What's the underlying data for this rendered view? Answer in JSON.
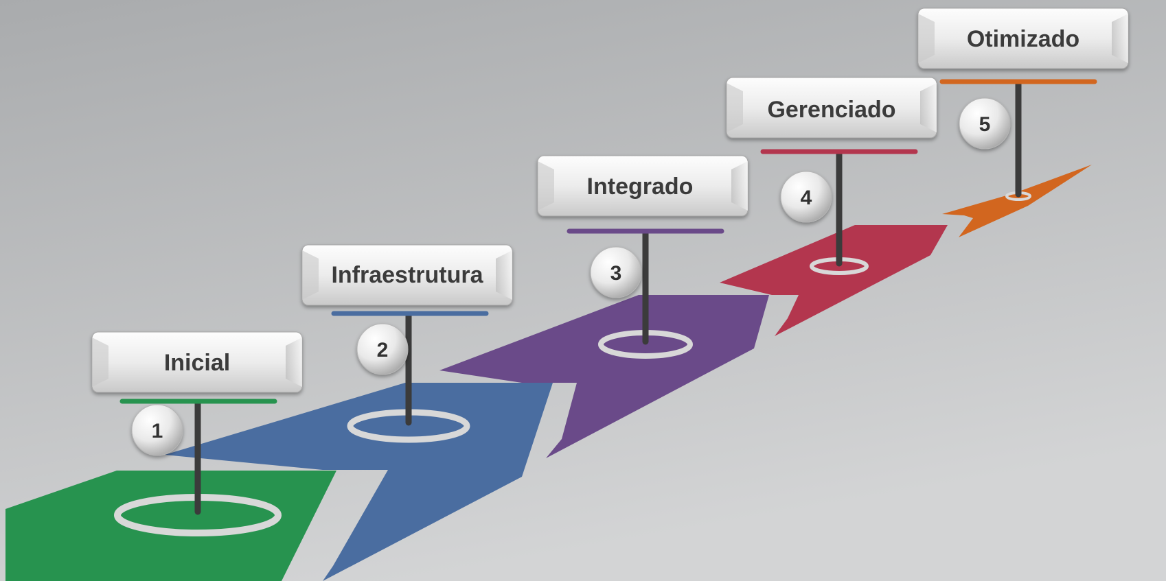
{
  "stages": [
    {
      "number": "1",
      "label": "Inicial",
      "color": "#27934f"
    },
    {
      "number": "2",
      "label": "Infraestrutura",
      "color": "#4a6da0"
    },
    {
      "number": "3",
      "label": "Integrado",
      "color": "#6a4a89"
    },
    {
      "number": "4",
      "label": "Gerenciado",
      "color": "#b3364e"
    },
    {
      "number": "5",
      "label": "Otimizado",
      "color": "#d2661f"
    }
  ],
  "colors": {
    "background_light": "#d3d4d5",
    "background_dark": "#a9abad",
    "post": "#3b3b3b",
    "ring": "#d8d8d8"
  }
}
